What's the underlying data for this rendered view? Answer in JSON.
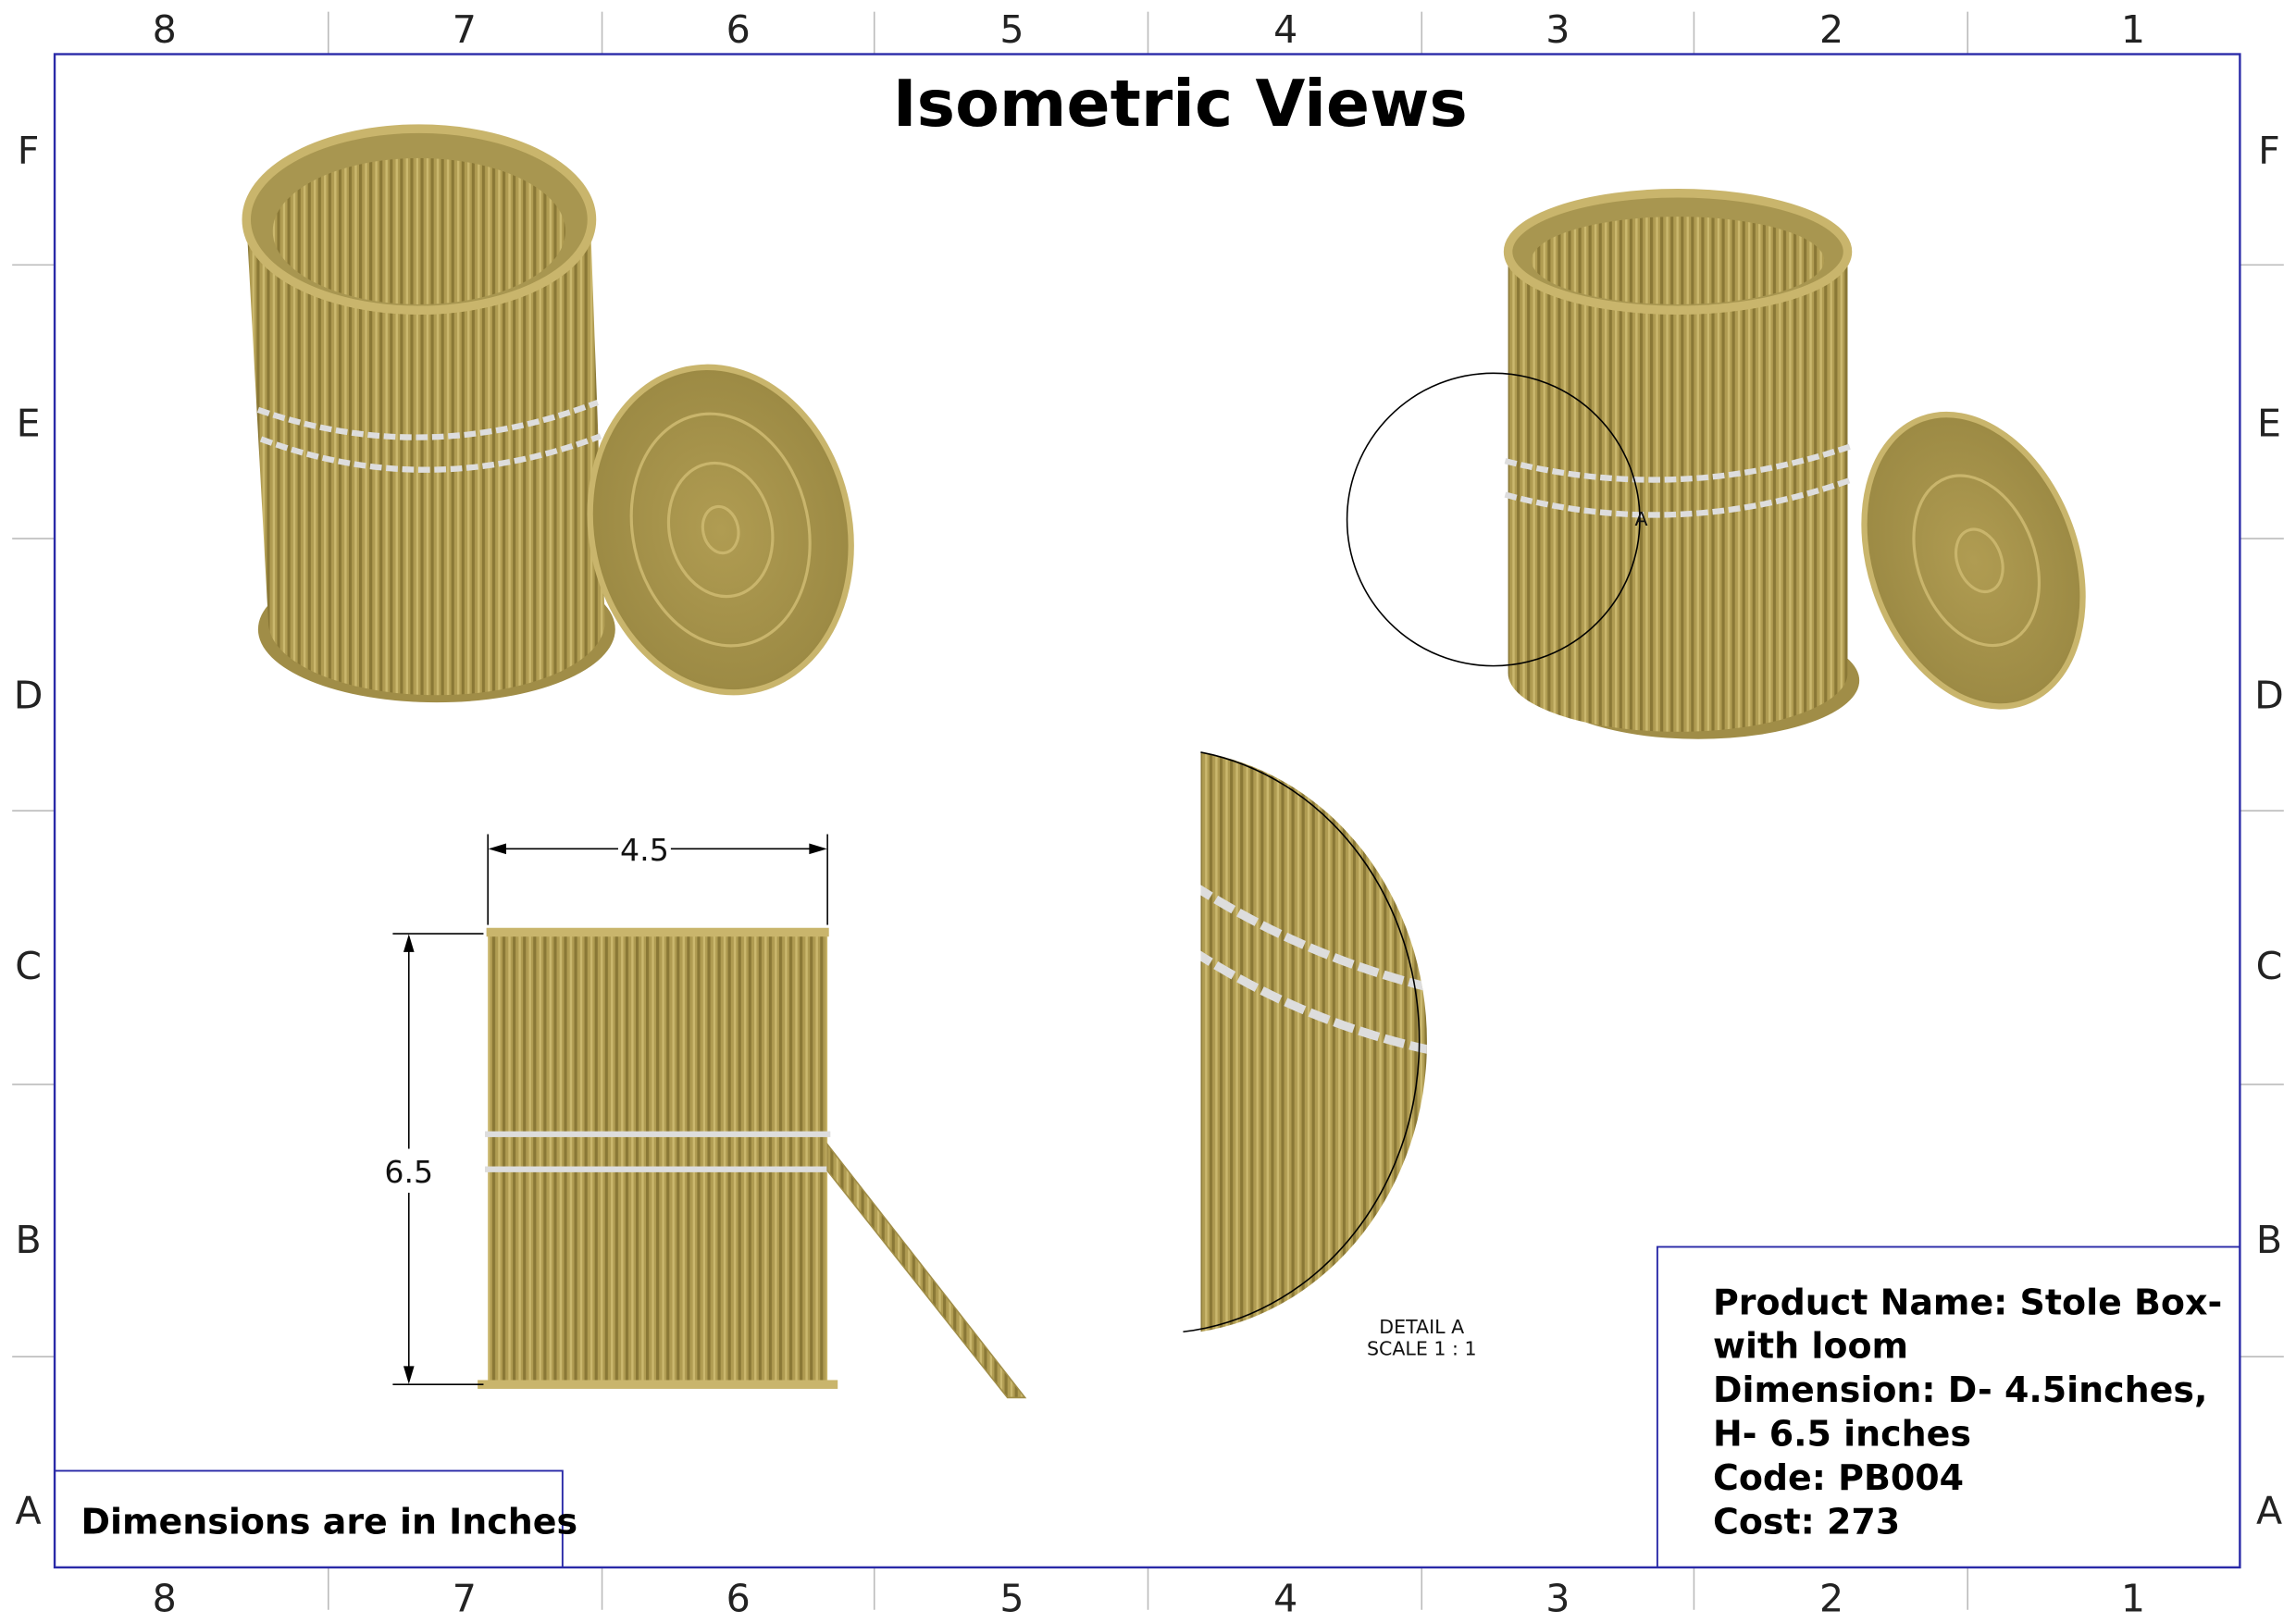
{
  "sheet": {
    "title": "Isometric Views",
    "column_labels": [
      "8",
      "7",
      "6",
      "5",
      "4",
      "3",
      "2",
      "1"
    ],
    "row_labels": [
      "F",
      "E",
      "D",
      "C",
      "B",
      "A"
    ],
    "border_color": "#2a2aa8",
    "basket_color": "#b09c52",
    "band_color": "#d8d8d8"
  },
  "dimensions": {
    "width": "4.5",
    "height": "6.5"
  },
  "detail": {
    "marker": "A",
    "label": "DETAIL A",
    "scale": "SCALE 1 : 1"
  },
  "note": "Dimensions are in Inches",
  "title_block": {
    "lines": [
      "Product Name: Stole Box-",
      "with loom",
      "Dimension: D- 4.5inches,",
      "H- 6.5 inches",
      "Code: PB004",
      "Cost: 273"
    ]
  }
}
